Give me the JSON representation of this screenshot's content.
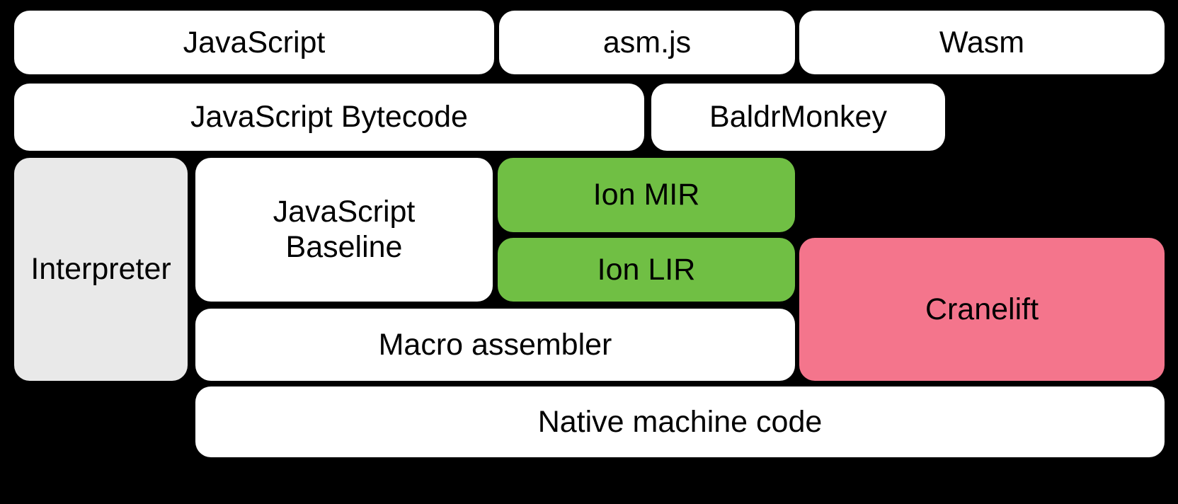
{
  "diagram": {
    "title": "SpiderMonkey execution tiers",
    "background_color": "#000000",
    "palette": {
      "white": "#ffffff",
      "grey": "#e9e9e9",
      "green": "#70bf44",
      "red": "#f4758c",
      "text": "#000000"
    },
    "rows": [
      {
        "name": "source-formats",
        "boxes": [
          {
            "label": "JavaScript",
            "color": "white"
          },
          {
            "label": "asm.js",
            "color": "white"
          },
          {
            "label": "Wasm",
            "color": "white"
          }
        ]
      },
      {
        "name": "intermediate-representations",
        "boxes": [
          {
            "label": "JavaScript Bytecode",
            "color": "white"
          },
          {
            "label": "BaldrMonkey",
            "color": "white"
          }
        ]
      },
      {
        "name": "tiers",
        "boxes": [
          {
            "label": "Interpreter",
            "color": "grey"
          },
          {
            "label": "JavaScript\nBaseline",
            "color": "white"
          },
          {
            "label": "Ion MIR",
            "color": "green"
          },
          {
            "label": "Ion LIR",
            "color": "green"
          },
          {
            "label": "Cranelift",
            "color": "red"
          },
          {
            "label": "Macro assembler",
            "color": "white"
          }
        ]
      },
      {
        "name": "output",
        "boxes": [
          {
            "label": "Native machine code",
            "color": "white"
          }
        ]
      }
    ],
    "nodes": {
      "javascript": "JavaScript",
      "asmjs": "asm.js",
      "wasm": "Wasm",
      "javascript_bytecode": "JavaScript Bytecode",
      "baldrmonkey": "BaldrMonkey",
      "interpreter": "Interpreter",
      "javascript_baseline": "JavaScript\nBaseline",
      "ion_mir": "Ion MIR",
      "ion_lir": "Ion LIR",
      "cranelift": "Cranelift",
      "macro_assembler": "Macro assembler",
      "native_machine_code": "Native machine code"
    }
  }
}
